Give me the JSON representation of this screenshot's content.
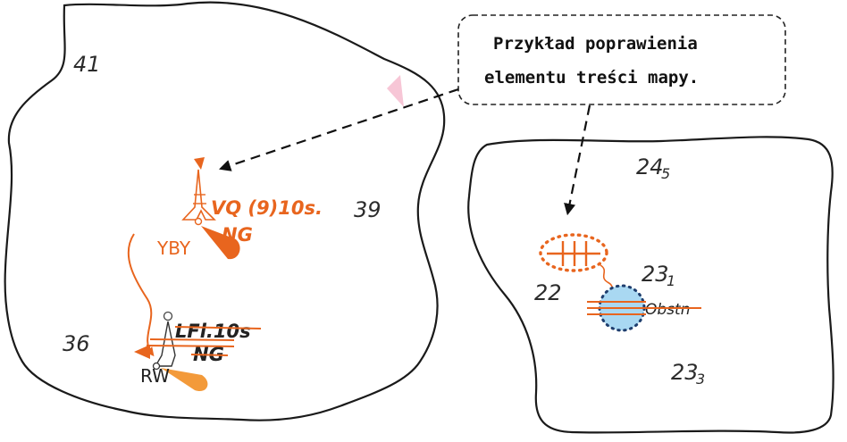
{
  "callout": {
    "line1": "Przykład poprawienia",
    "line2": "elementu treści mapy."
  },
  "depths": {
    "d41": "41",
    "d39": "39",
    "d36": "36",
    "d22": "22",
    "d24_main": "24",
    "d24_sub": "5",
    "d23a_main": "23",
    "d23a_sub": "1",
    "d23b_main": "23",
    "d23b_sub": "3"
  },
  "new_buoy": {
    "light": "VQ (9)10s.",
    "code": "YBY",
    "light_color": "NG"
  },
  "old_buoy": {
    "light": "LFl.10s",
    "code": "RW",
    "light_color": "NG"
  },
  "obstruction": {
    "label": "Obstn"
  },
  "colors": {
    "accent_orange": "#e8651e",
    "light_orange": "#f39a3a",
    "obstruction_fill": "#a9d8f2",
    "mark_pink": "#f7c6d6",
    "coastline": "#1a1a1a"
  }
}
